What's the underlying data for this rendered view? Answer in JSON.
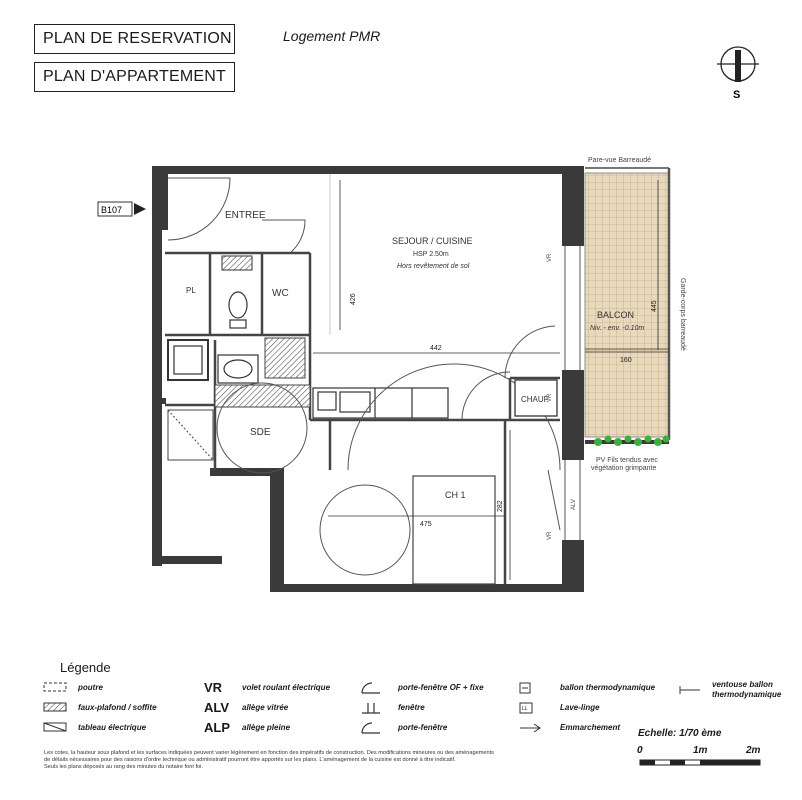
{
  "header": {
    "plan_reservation": "PLAN DE RESERVATION",
    "plan_appartement": "PLAN D'APPARTEMENT",
    "subtitle": "Logement PMR"
  },
  "compass": {
    "label": "S"
  },
  "plan": {
    "lot": "B107",
    "rooms": {
      "entree": "ENTREE",
      "pl": "PL",
      "wc": "WC",
      "sde": "SDE",
      "sejour": "SEJOUR / CUISINE",
      "hsp": "HSP 2.50m",
      "hors_revetement": "Hors revêtement de sol",
      "chauf": "CHAUF",
      "ch1": "CH 1",
      "balcon": "BALCON",
      "balcon_level": "Niv. - env. -0.10m"
    },
    "dims": {
      "d426": "426",
      "d442": "442",
      "d282": "282",
      "d475": "475",
      "d445": "445",
      "d160": "160"
    },
    "annotations": {
      "pare_vue": "Pare-vue Barreaudé",
      "garde_corps": "Garde-corps barreaudé",
      "pv_fils_1": "PV Fils tendus avec",
      "pv_fils_2": "végétation grimpante",
      "vr1": "VR",
      "vr2": "VR",
      "vr3": "VR",
      "alv": "ALV"
    }
  },
  "legend": {
    "title": "Légende",
    "poutre": "poutre",
    "faux_plafond": "faux-plafond / soffite",
    "tableau": "tableau électrique",
    "vr_code": "VR",
    "vr_label": "volet roulant électrique",
    "alv_code": "ALV",
    "alv_label": "allège vitrée",
    "alp_code": "ALP",
    "alp_label": "allège pleine",
    "pf_of": "porte-fenêtre OF + fixe",
    "fenetre": "fenêtre",
    "porte_fenetre": "porte-fenêtre",
    "ballon": "ballon thermodynamique",
    "lave_linge": "Lave-linge",
    "ll_code": "LL",
    "emmarchement": "Emmarchement",
    "ventouse_1": "ventouse ballon",
    "ventouse_2": "thermodynamique"
  },
  "notes": [
    "Les cotes, la hauteur sous plafond et les surfaces indiquées peuvent varier légèrement en fonction des impératifs de construction. Des modifications mineures ou des aménagements",
    "de détails nécessaires pour des raisons d'ordre technique ou administratif pourront être apportés sur les plans. L'aménagement de la cuisine est donné à titre indicatif.",
    "Seuls les plans déposés au rang des minutes du notaire font foi."
  ],
  "scale": {
    "title": "Echelle: 1/70 ème",
    "l0": "0",
    "l1": "1m",
    "l2": "2m"
  },
  "colors": {
    "wall": "#3a3a3a",
    "balcony": "#e8d8bc",
    "vegetation": "#3fae3f"
  }
}
